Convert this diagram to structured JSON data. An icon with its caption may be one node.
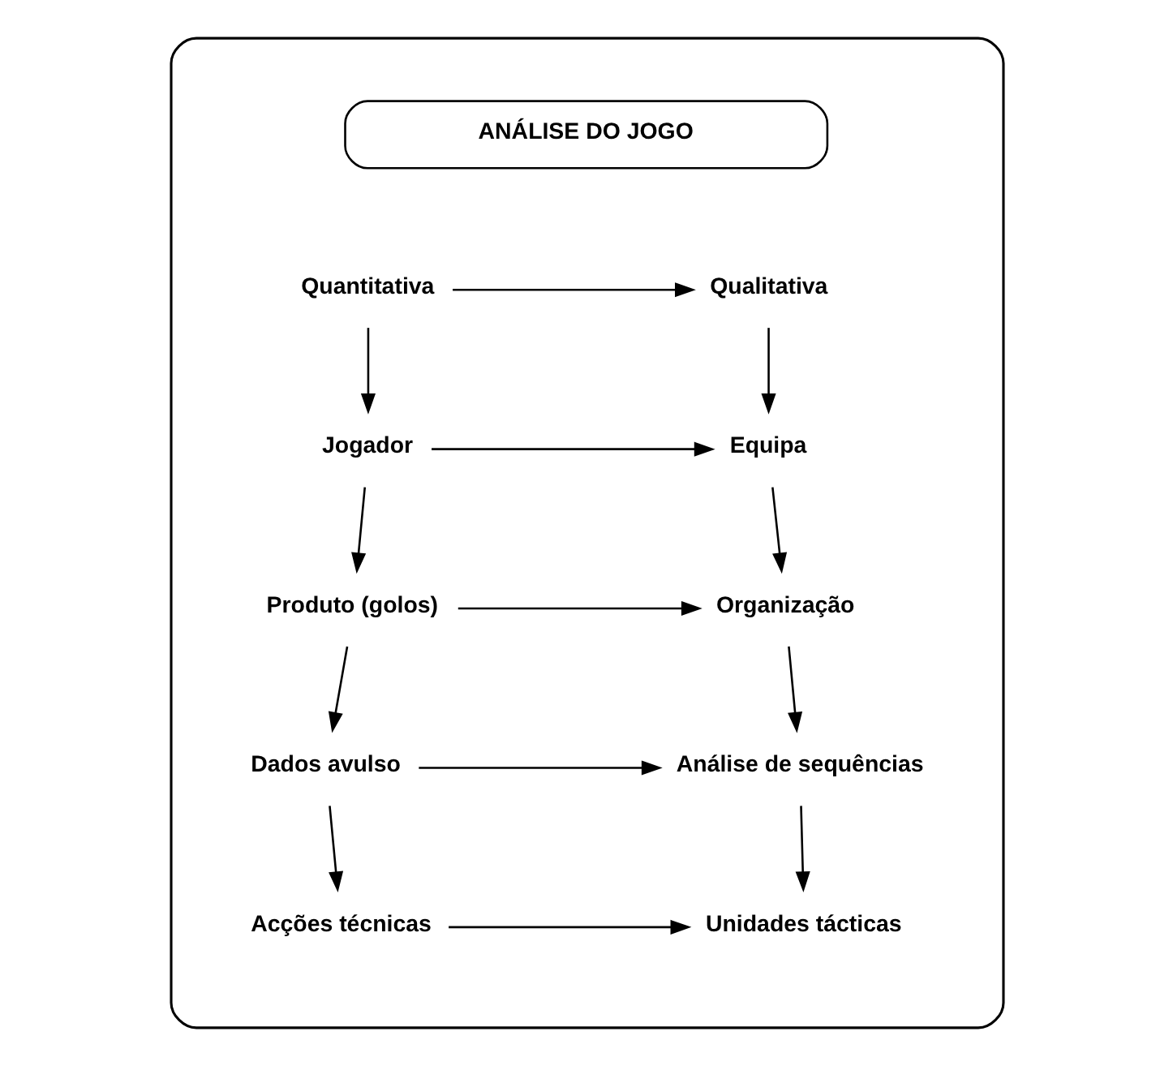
{
  "diagram": {
    "nodes": [
      {
        "text": [],
        "shape": "box"
      },
      {
        "text": [
          "ANÁLISE DO JOGO"
        ],
        "in": 0
      },
      {
        "text": [
          "Quantitativa"
        ],
        "in": 0
      },
      {
        "text": [
          "Qualitativa"
        ],
        "in": 0
      },
      {
        "text": [
          "Jogador"
        ],
        "in": 0
      },
      {
        "text": [
          "Equipa"
        ],
        "in": 0
      },
      {
        "text": [
          "Produto (golos)"
        ],
        "in": 0
      },
      {
        "text": [
          "Organização"
        ],
        "in": 0
      },
      {
        "text": [
          "Dados avulso"
        ],
        "in": 0
      },
      {
        "text": [
          "Análise de sequências"
        ],
        "in": 0
      },
      {
        "text": [
          "Acções técnicas"
        ],
        "in": 0
      },
      {
        "text": [
          "Unidades tácticas"
        ],
        "in": 0
      }
    ],
    "edges": [
      {
        "from": 2,
        "to": 3,
        "arrow": "to"
      },
      {
        "from": 2,
        "to": 4,
        "arrow": "to"
      },
      {
        "from": 3,
        "to": 5,
        "arrow": "to"
      },
      {
        "from": 4,
        "to": 5,
        "arrow": "to"
      },
      {
        "from": 4,
        "to": 6,
        "arrow": "to"
      },
      {
        "from": 5,
        "to": 7,
        "arrow": "to"
      },
      {
        "from": 6,
        "to": 7,
        "arrow": "to"
      },
      {
        "from": 6,
        "to": 8,
        "arrow": "to"
      },
      {
        "from": 7,
        "to": 9,
        "arrow": "to"
      },
      {
        "from": 8,
        "to": 9,
        "arrow": "to"
      },
      {
        "from": 8,
        "to": 10,
        "arrow": "to"
      },
      {
        "from": 9,
        "to": 11,
        "arrow": "to"
      },
      {
        "from": 10,
        "to": 11,
        "arrow": "to"
      }
    ]
  }
}
